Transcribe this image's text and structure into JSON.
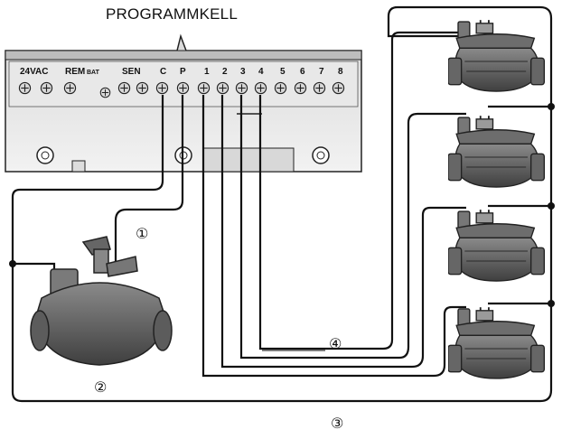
{
  "title": "PROGRAMMKELL",
  "terminals": {
    "ac": "24VAC",
    "rem": "REM",
    "bat": "BAT",
    "sen": "SEN",
    "common": "C",
    "program": "P",
    "stations": [
      "1",
      "2",
      "3",
      "4",
      "5",
      "6",
      "7",
      "8"
    ]
  },
  "callouts": [
    "①",
    "②",
    "③",
    "④"
  ],
  "colors": {
    "wire": "#111111",
    "controller_bg": "#e6e6e6",
    "valve_body": "#5a5a5a"
  },
  "icons": [
    "terminal-screw-icon",
    "valve-icon",
    "master-valve-icon"
  ]
}
